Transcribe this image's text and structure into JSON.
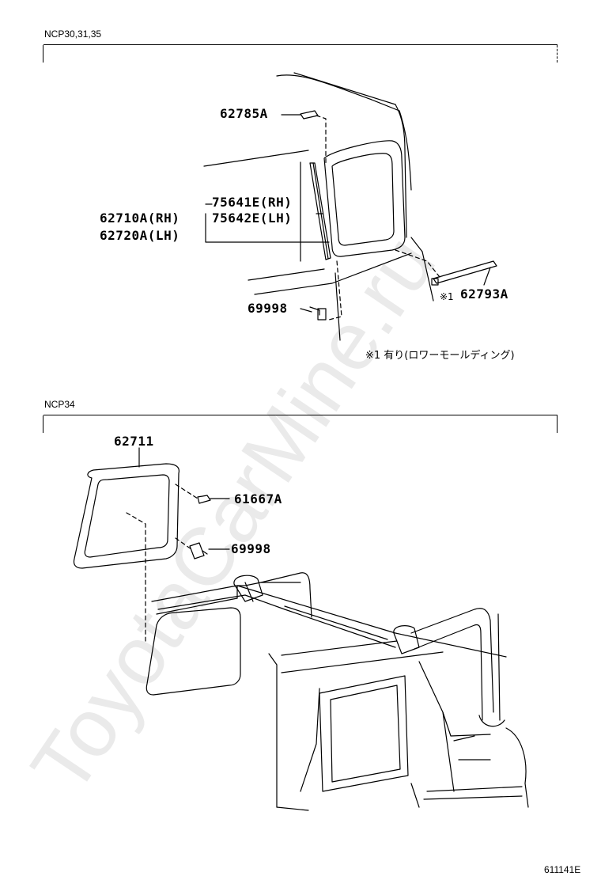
{
  "sections": [
    {
      "label": "NCP30,31,35",
      "parts": {
        "clip_top": "62785A",
        "glass_rh": "62710A(RH)",
        "glass_lh": "62720A(LH)",
        "molding_rh": "75641E(RH)",
        "molding_lh": "75642E(LH)",
        "lower_molding": "62793A",
        "fastener": "69998"
      },
      "marker": "※1",
      "note": "※1 有り(ロワーモールディング)"
    },
    {
      "label": "NCP34",
      "parts": {
        "glass": "62711",
        "clip": "61667A",
        "fastener": "69998"
      }
    }
  ],
  "footer_code": "611141E",
  "watermark": "ToyotaCarMine.ru"
}
